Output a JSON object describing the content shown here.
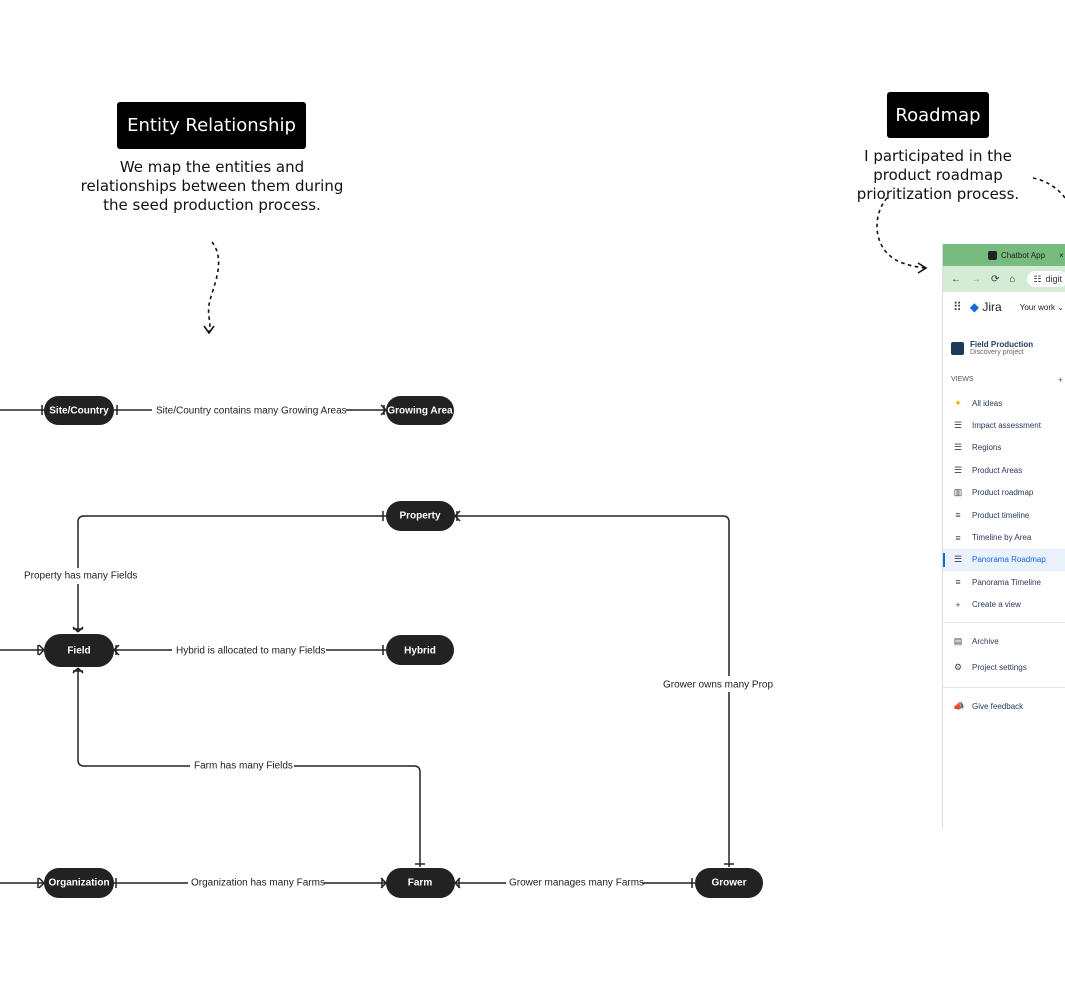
{
  "er_section": {
    "title": "Entity Relationship",
    "description": "We map the entities and relationships between them during the seed production process."
  },
  "roadmap_section": {
    "title": "Roadmap",
    "description": "I participated in the product roadmap prioritization process."
  },
  "nodes": {
    "site_country": "Site/Country",
    "growing_area": "Growing Area",
    "property": "Property",
    "field": "Field",
    "hybrid": "Hybrid",
    "organization": "Organization",
    "farm": "Farm",
    "grower": "Grower"
  },
  "edges": {
    "site_growing": "Site/Country contains many Growing Areas",
    "property_fields": "Property has many Fields",
    "hybrid_fields": "Hybrid is allocated to many Fields",
    "grower_property": "Grower owns many Prop",
    "farm_fields": "Farm has many Fields",
    "org_farms": "Organization has many Farms",
    "grower_farms": "Grower manages many Farms"
  },
  "jira": {
    "tab_title": "Chatbot App",
    "tab_close": "×",
    "url_text": "digit",
    "nav_back": "←",
    "nav_forward": "→",
    "nav_reload": "⟳",
    "nav_home": "⌂",
    "apps_icon": "⠿",
    "brand": "Jira",
    "your_work": "Your work ⌄",
    "project_name": "Field Production",
    "project_type": "Discovery project",
    "views_heading": "VIEWS",
    "views_add": "+",
    "views": [
      {
        "label": "All ideas",
        "icon": "✦",
        "active": false
      },
      {
        "label": "Impact assessment",
        "icon": "☰",
        "active": false
      },
      {
        "label": "Regions",
        "icon": "☰",
        "active": false
      },
      {
        "label": "Product Areas",
        "icon": "☰",
        "active": false
      },
      {
        "label": "Product roadmap",
        "icon": "▥",
        "active": false
      },
      {
        "label": "Product timeline",
        "icon": "≡",
        "active": false
      },
      {
        "label": "Timeline by Area",
        "icon": "≡",
        "active": false
      },
      {
        "label": "Panorama Roadmap",
        "icon": "☰",
        "active": true
      },
      {
        "label": "Panorama Timeline",
        "icon": "≡",
        "active": false
      },
      {
        "label": "Create a view",
        "icon": "+",
        "active": false
      }
    ],
    "archive": "Archive",
    "project_settings": "Project settings",
    "give_feedback": "Give feedback"
  }
}
